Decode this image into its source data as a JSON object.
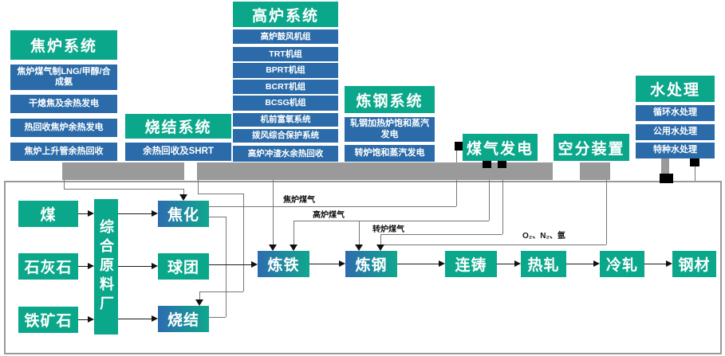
{
  "systems": {
    "coke_oven": {
      "title": "焦炉系统",
      "items": [
        "焦炉煤气制LNG/甲醇/合成氨",
        "干熄焦及余热发电",
        "热回收焦炉余热发电",
        "焦炉上升管余热回收"
      ]
    },
    "sintering_system": {
      "title": "烧结系统",
      "items": [
        "余热回收及SHRT"
      ]
    },
    "blast_furnace": {
      "title": "高炉系统",
      "items": [
        "高炉鼓风机组",
        "TRT机组",
        "BPRT机组",
        "BCRT机组",
        "BCSG机组",
        "机前富氧系统",
        "拨风综合保护系统",
        "高炉冲渣水余热回收"
      ]
    },
    "steelmaking_system": {
      "title": "炼钢系统",
      "items": [
        "轧钢加热炉饱和蒸汽发电",
        "转炉饱和蒸汽发电"
      ]
    },
    "gas_power": {
      "title": "煤气发电",
      "items": []
    },
    "air_separation": {
      "title": "空分装置",
      "items": []
    },
    "water_treatment": {
      "title": "水处理",
      "items": [
        "循环水处理",
        "公用水处理",
        "特种水处理"
      ]
    }
  },
  "flow": {
    "boxes": {
      "coal": "煤",
      "limestone": "石灰石",
      "iron_ore": "铁矿石",
      "raw_material_yard": "综合原料厂",
      "coking": "焦化",
      "pelletizing": "球团",
      "sintering": "烧结",
      "ironmaking": "炼铁",
      "steelmaking": "炼钢",
      "continuous_casting": "连铸",
      "hot_rolling": "热轧",
      "cold_rolling": "冷轧",
      "steel_products": "钢材"
    },
    "gas_labels": {
      "coke_oven_gas": "焦炉煤气",
      "blast_furnace_gas": "高炉煤气",
      "converter_gas": "转炉煤气",
      "air_products": "O₂、N₂、氩"
    }
  },
  "colors": {
    "green": "#0AA78A",
    "blue": "#2B6BA9",
    "gradient_blue": "#2C6CB0",
    "gradient_green": "#10A78C",
    "gray_bar": "#9A9A9A",
    "line_gray": "#777777",
    "arrow_black": "#1A1A1A"
  }
}
